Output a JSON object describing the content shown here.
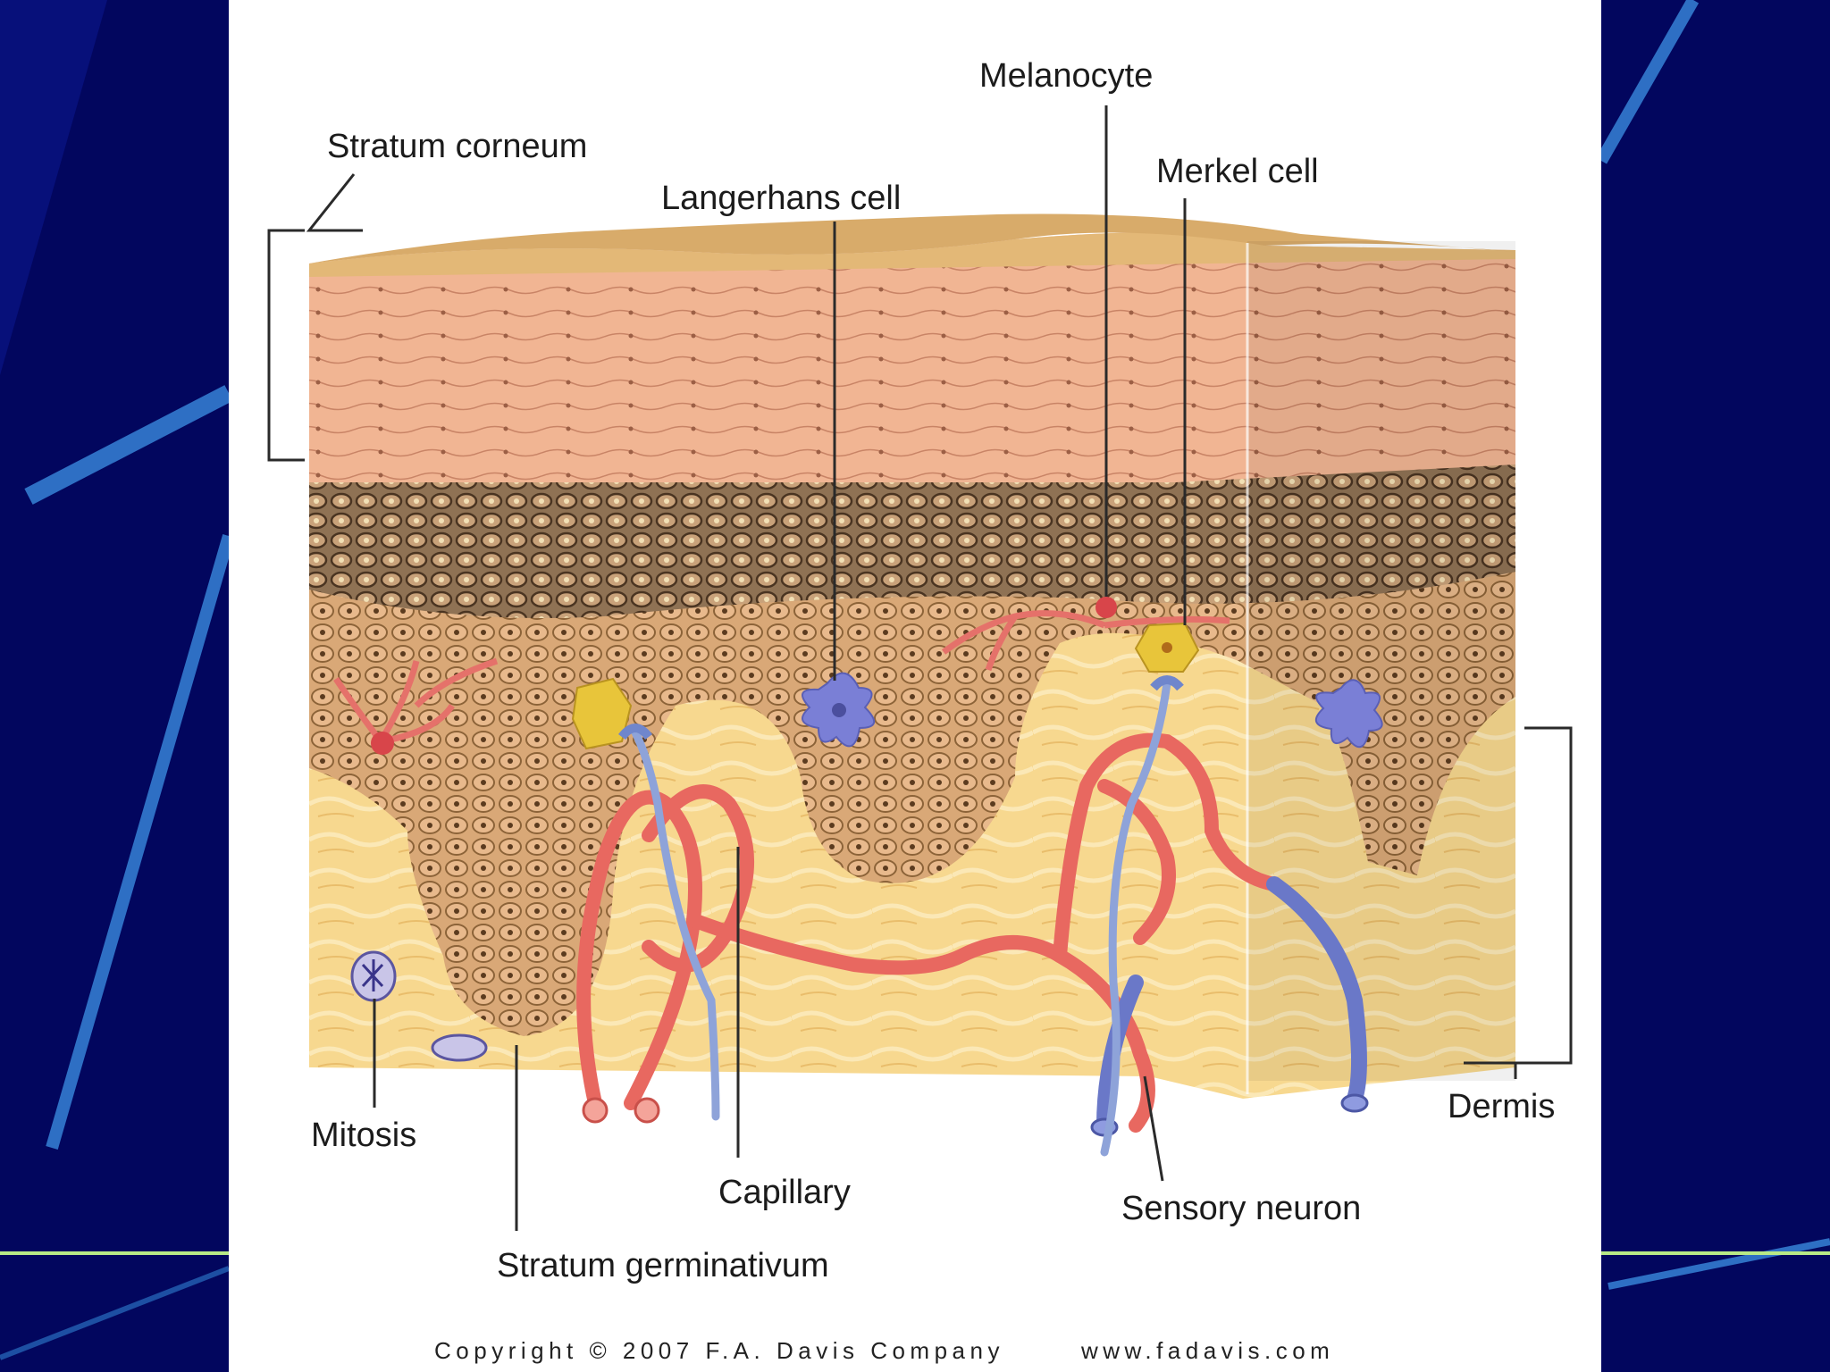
{
  "slide": {
    "colors": {
      "background": "#02065e",
      "accent_stripe": "#2e6fc4",
      "divider_line": "#b8e986"
    }
  },
  "figure": {
    "colors": {
      "stratum_corneum": "#f1b593",
      "spinosum_cells": "#b98d63",
      "dermis": "#f7d88f",
      "capillary": "#e86860",
      "vein": "#6a78c8",
      "nerve": "#8ea3d9",
      "langerhans_cell": "#7a7fd6",
      "merkel_cell": "#e8c53a"
    },
    "labels": {
      "stratum_corneum": "Stratum corneum",
      "langerhans_cell": "Langerhans cell",
      "melanocyte": "Melanocyte",
      "merkel_cell": "Merkel cell",
      "mitosis": "Mitosis",
      "capillary": "Capillary",
      "stratum_germinativum": "Stratum germinativum",
      "sensory_neuron": "Sensory neuron",
      "dermis": "Dermis"
    },
    "copyright": {
      "notice": "Copyright © 2007 F.A. Davis Company",
      "url": "www.fadavis.com"
    }
  }
}
